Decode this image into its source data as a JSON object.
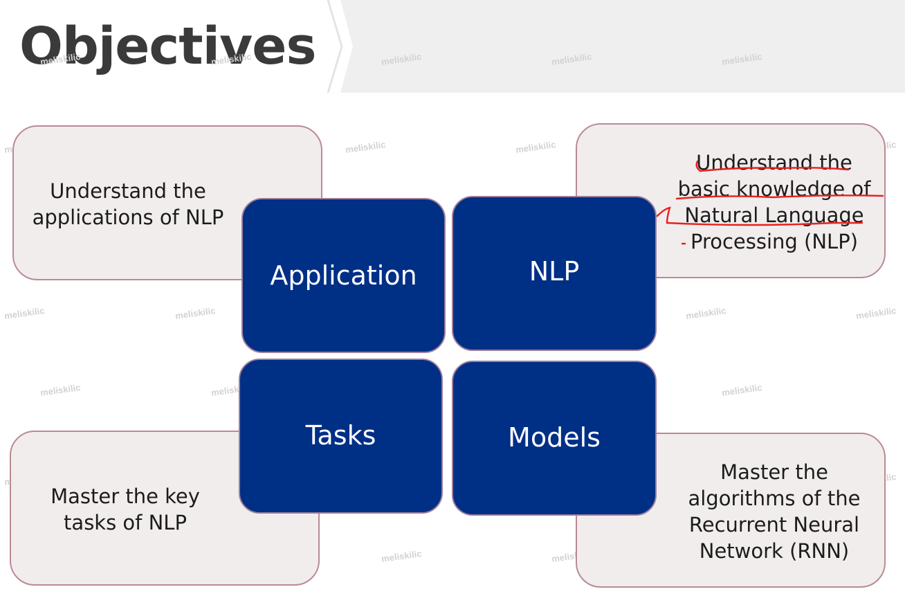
{
  "title": "Objectives",
  "watermark": "meliskilic",
  "tiles": {
    "application": "Application",
    "nlp": "NLP",
    "tasks": "Tasks",
    "models": "Models"
  },
  "objectives": {
    "application": [
      "Understand the",
      "applications of NLP"
    ],
    "nlp": [
      "Understand the",
      "basic knowledge of",
      "Natural Language",
      "Processing (NLP)"
    ],
    "tasks": [
      "Master the key",
      "tasks of NLP"
    ],
    "models": [
      "Master the",
      "algorithms of the",
      "Recurrent Neural",
      "Network (RNN)"
    ]
  },
  "colors": {
    "tile_blue": "#002f86",
    "card_fill": "#f1eded",
    "card_border": "#b98a94",
    "annotation_red": "#e8201c"
  }
}
